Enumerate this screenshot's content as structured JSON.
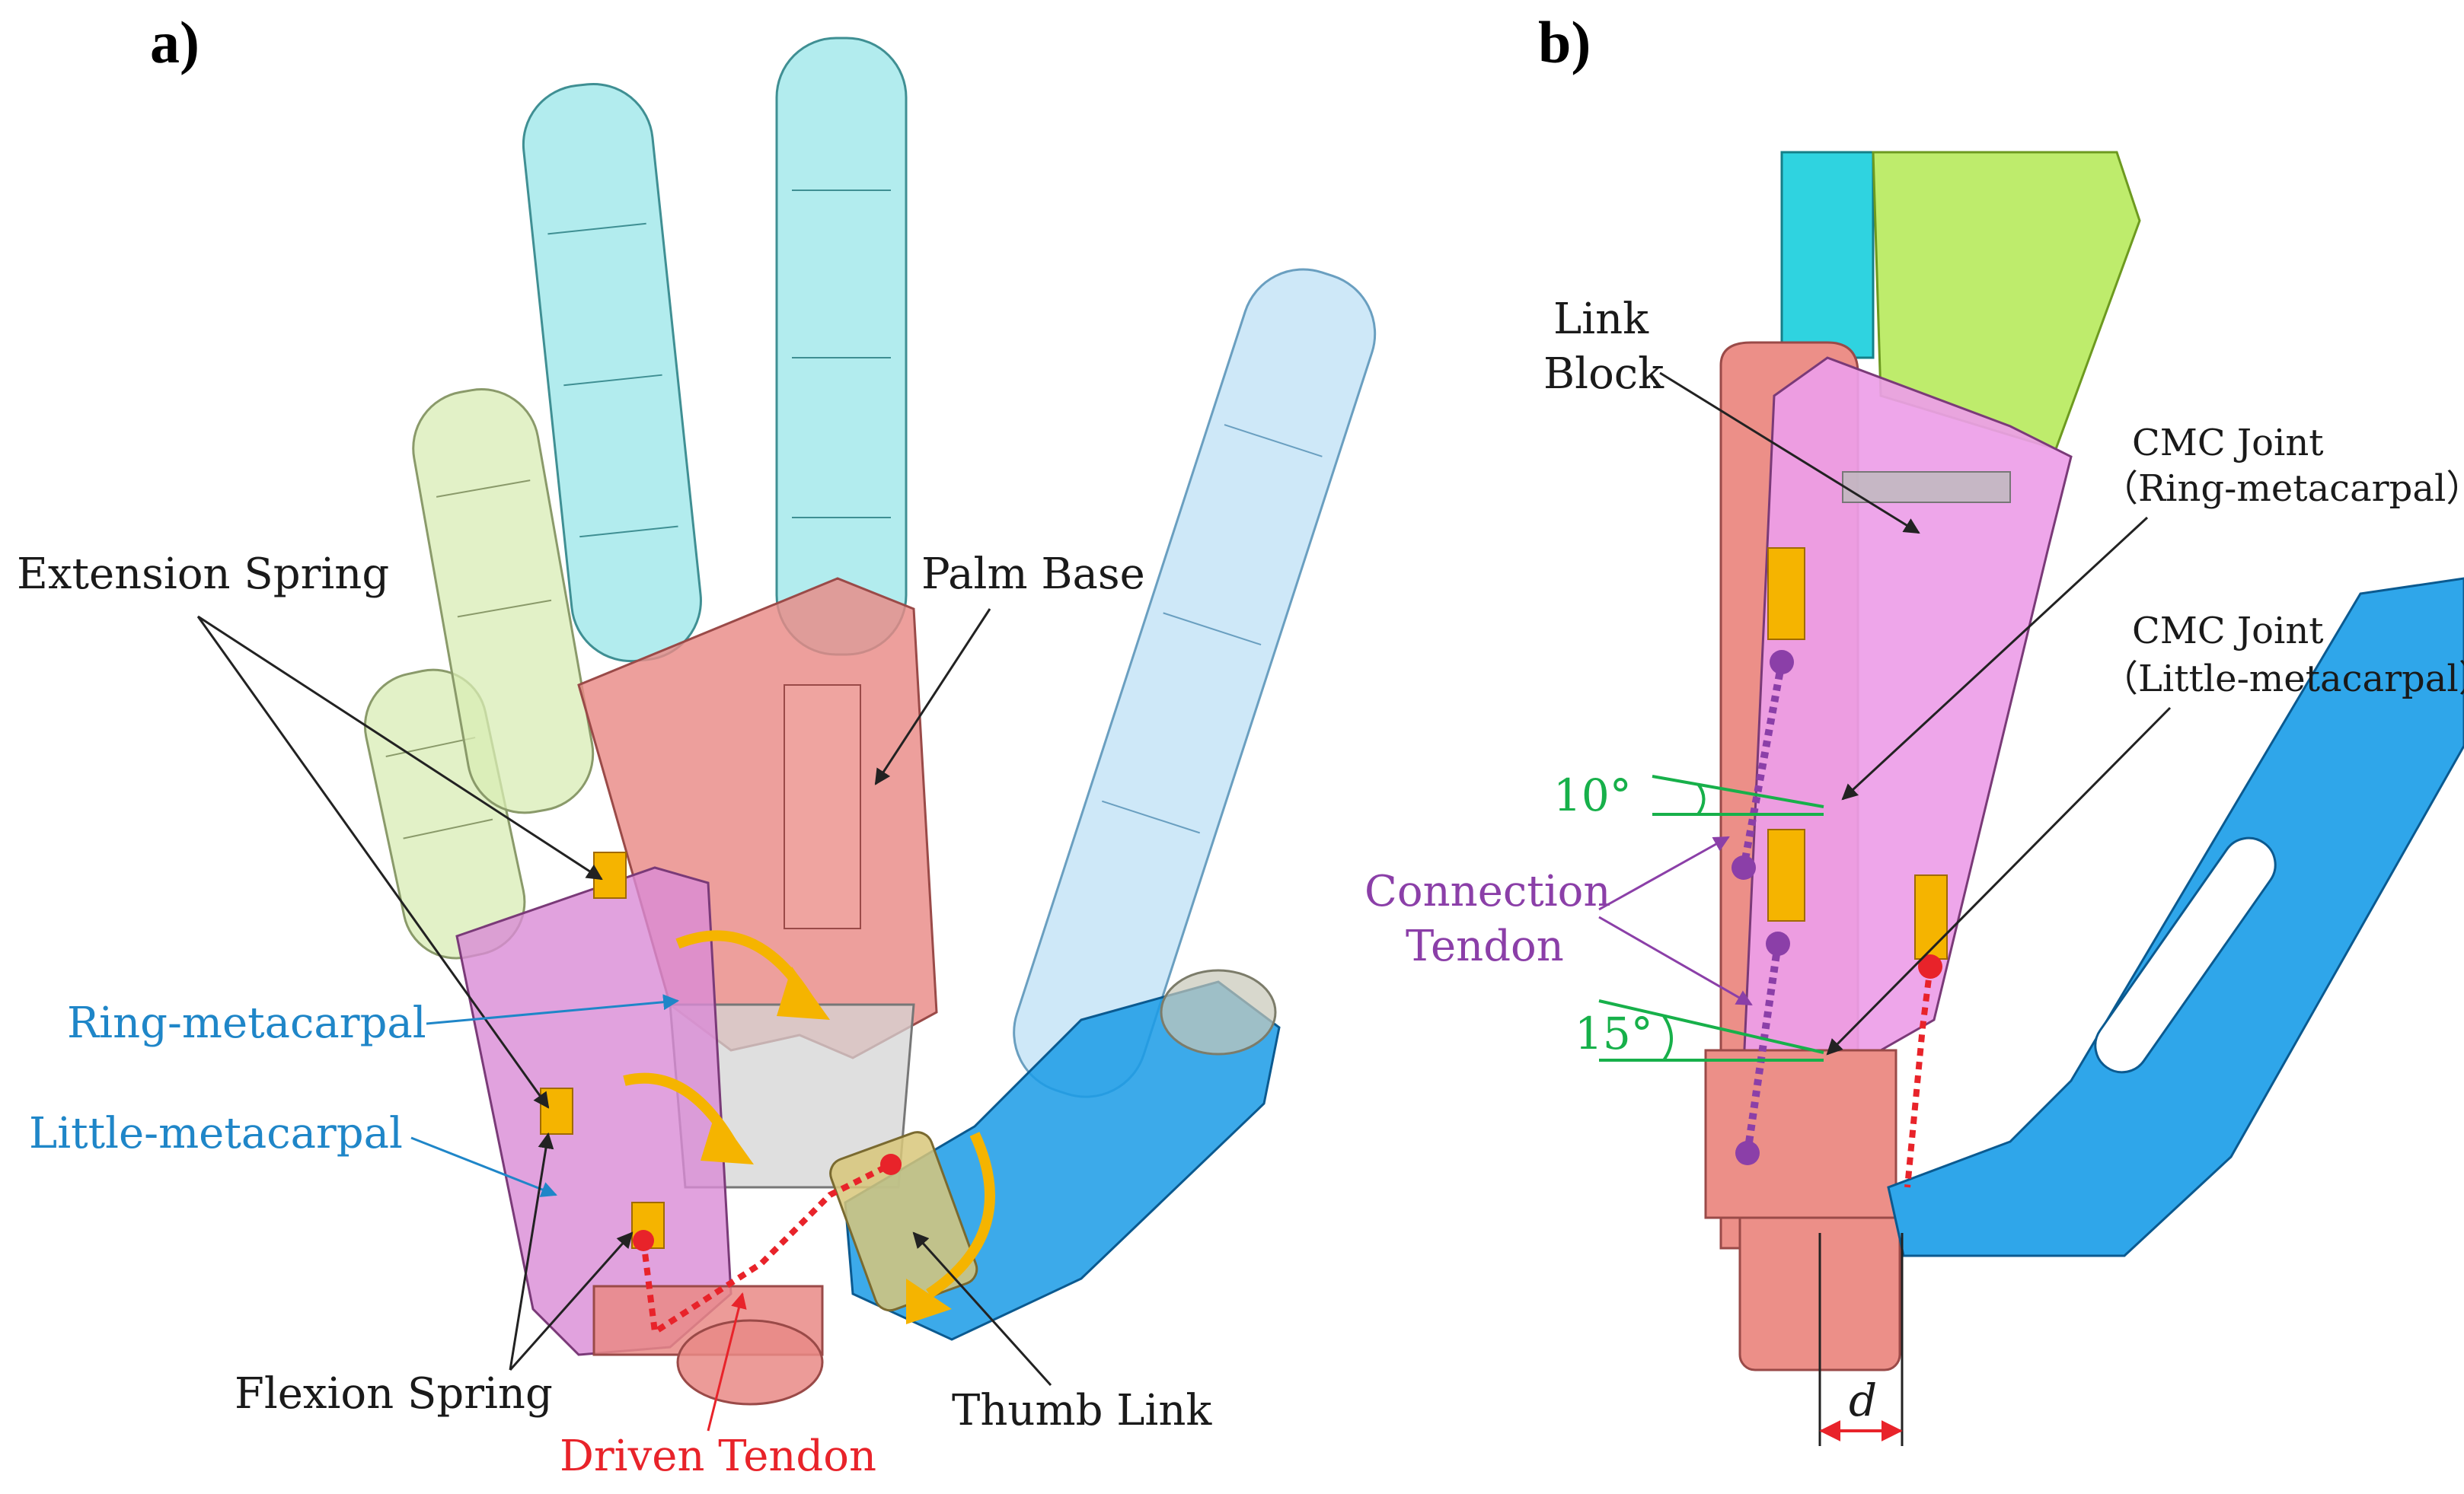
{
  "panels": {
    "a": {
      "label": "a)"
    },
    "b": {
      "label": "b)"
    }
  },
  "labels_a": {
    "extension_spring": "Extension Spring",
    "palm_base": "Palm Base",
    "ring_metacarpal": "Ring-metacarpal",
    "little_metacarpal": "Little-metacarpal",
    "flexion_spring": "Flexion Spring",
    "driven_tendon": "Driven Tendon",
    "thumb_link": "Thumb Link"
  },
  "labels_b": {
    "link_block_line1": "Link",
    "link_block_line2": "Block",
    "cmc_ring_line1": "CMC Joint",
    "cmc_ring_line2": "（Ring-metacarpal）",
    "cmc_little_line1": "CMC Joint",
    "cmc_little_line2": "（Little-metacarpal）",
    "connection_line1": "Connection",
    "connection_line2": "Tendon",
    "angle_10": "10°",
    "angle_15": "15°",
    "dim_d": "d"
  },
  "colors": {
    "red_accent": "#e8232a",
    "blue_label": "#1f86c8",
    "purple": "#8b3fa8",
    "green": "#17b04a",
    "orange_arrow": "#f5b400",
    "palm_red": "#e98a86",
    "pink": "#e7a0e6",
    "cyan": "#3fd3d9",
    "light_blue": "#9fd3f2",
    "yellow_green": "#c9e8a0",
    "thumb_blue": "#1a9be6"
  }
}
